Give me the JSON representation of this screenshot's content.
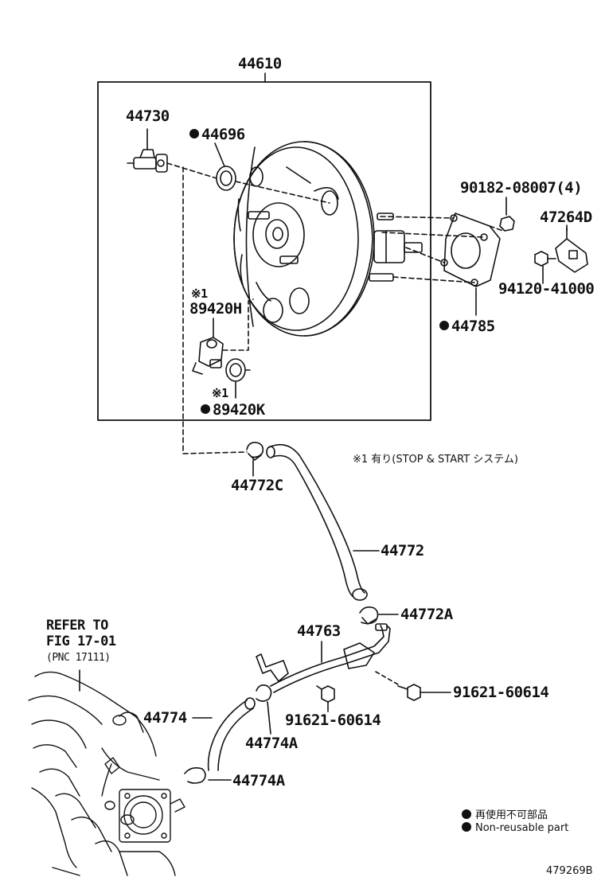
{
  "labels": {
    "assembly": "44610",
    "check_valve": "44730",
    "grommet": "44696",
    "nut": "90182-08007(4)",
    "bracket": "47264D",
    "bolt_bracket": "94120-41000",
    "gasket": "44785",
    "sensor_mark": "※1",
    "sensor": "89420H",
    "sensor_grommet_mark": "※1",
    "sensor_grommet": "89420K",
    "clip_c": "44772C",
    "note": "※1 有り(STOP & START システム)",
    "hose": "44772",
    "clip_a": "44772A",
    "pipe": "44763",
    "bolt_right": "91621-60614",
    "hose_lower": "44774",
    "bolt_mid": "91621-60614",
    "clip_lower_1": "44774A",
    "clip_lower_2": "44774A",
    "refer_line1": "REFER TO",
    "refer_line2": "FIG 17-01",
    "refer_line3": "(PNC 17111)",
    "figure_id": "479269B"
  },
  "legend": {
    "jp": "再使用不可部品",
    "en": "Non-reusable part"
  }
}
